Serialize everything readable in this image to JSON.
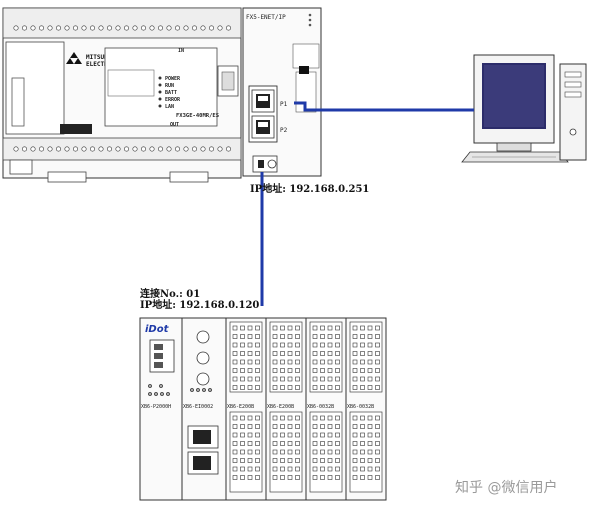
{
  "plc": {
    "brand": "MITSUBISHI",
    "brand2": "ELECTRIC",
    "model": "FX3GE-40MR/ES",
    "status_leds": [
      "POWER",
      "RUN",
      "BATT",
      "ERROR",
      "LAN"
    ],
    "input_label": "IN",
    "output_label": "OUT"
  },
  "module": {
    "title": "FX5-ENET/IP",
    "port1": "P1",
    "port2": "P2",
    "ip_label": "IP地址: 192.168.0.251"
  },
  "remote_io": {
    "brand": "iDot",
    "connect_no_label": "连接No.: 01",
    "ip_label": "IP地址: 192.168.0.120",
    "modules": [
      "XB6-P2000H",
      "XB6-EI0002",
      "XB6-E200B",
      "XB6-E200B",
      "XB6-0032B",
      "XB6-0032B"
    ]
  },
  "watermark": "知乎 @微信用户",
  "colors": {
    "cable": "#1f3aa8",
    "frame": "#333333",
    "fill": "#f7f7f7"
  }
}
